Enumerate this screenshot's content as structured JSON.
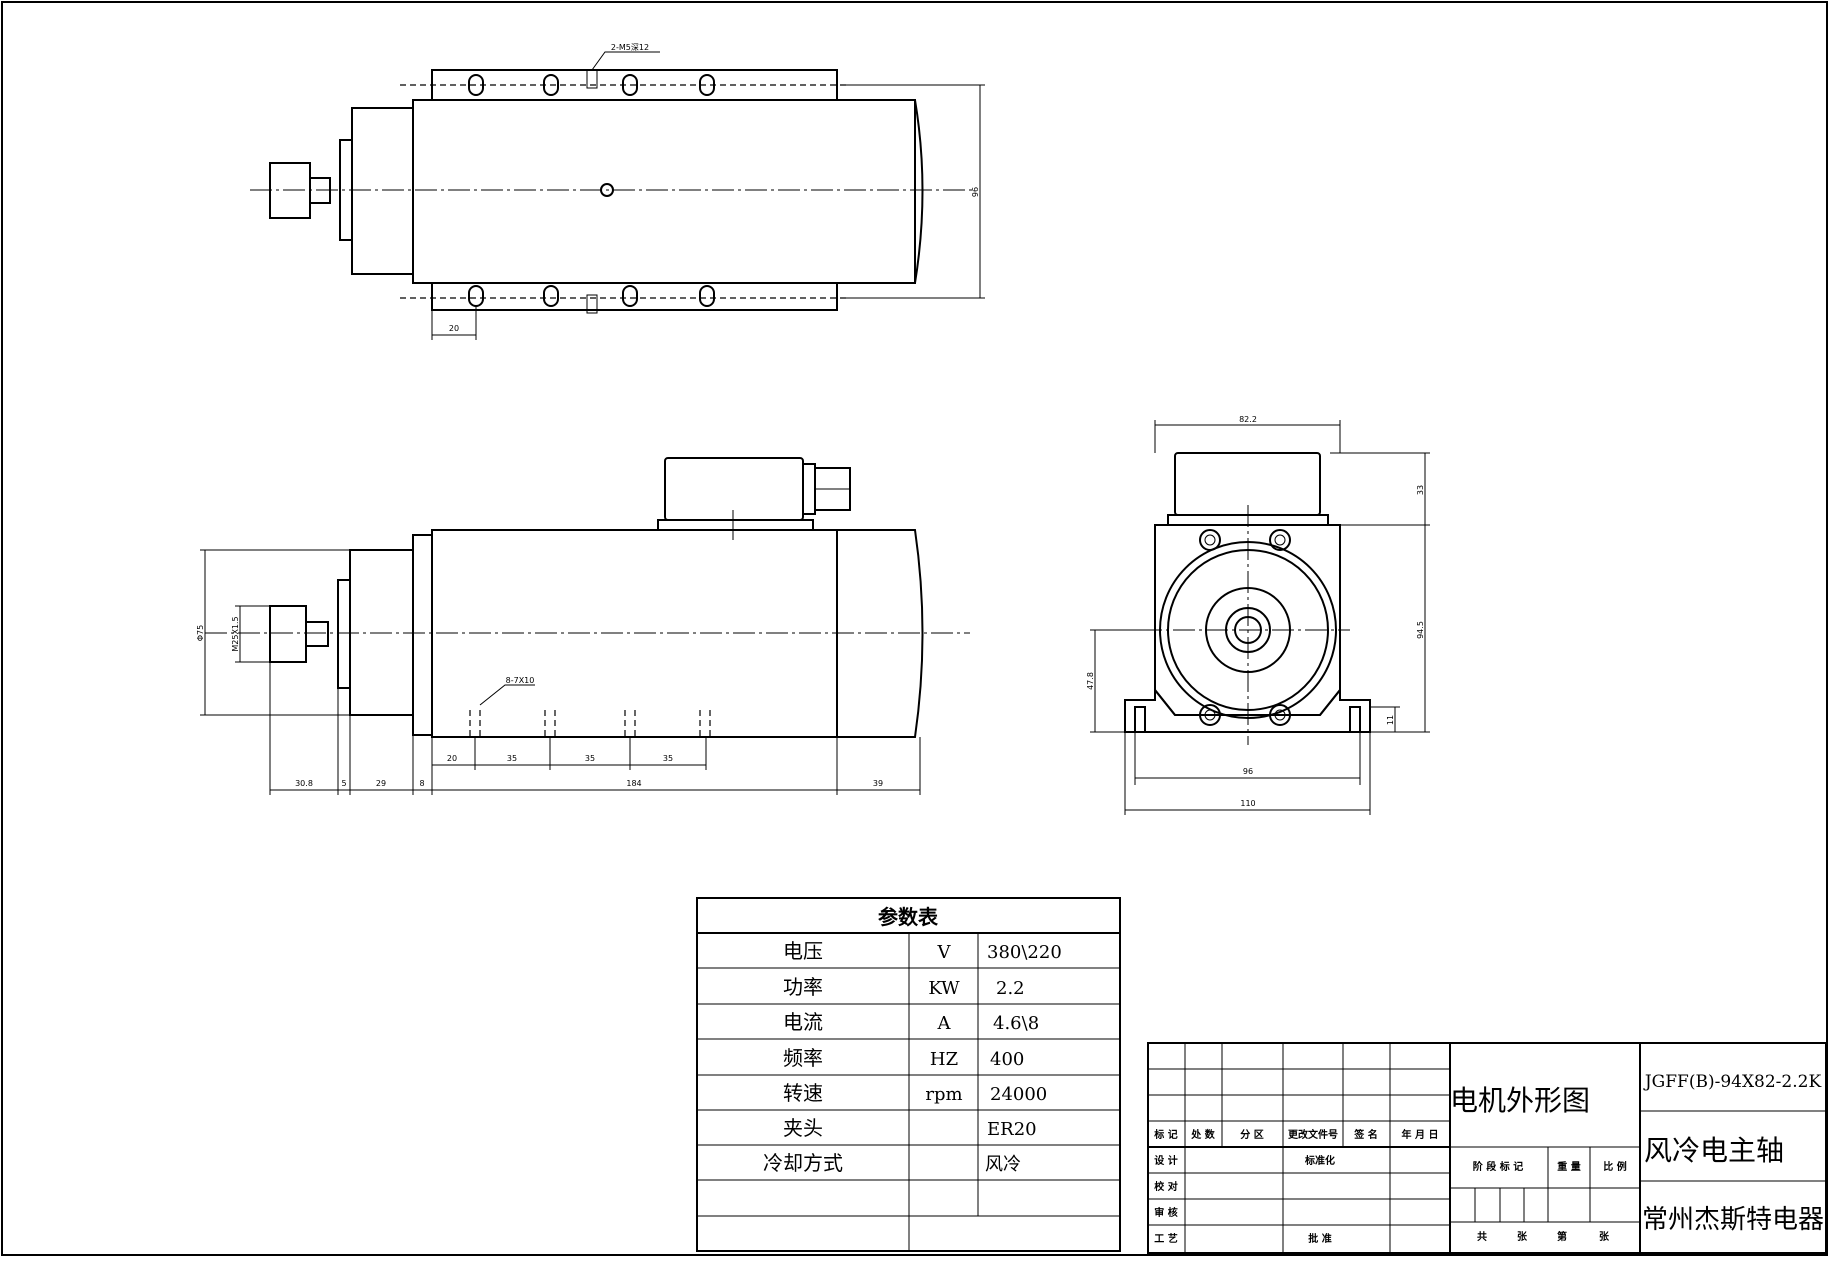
{
  "dimensions": {
    "top_thread": "2-M5深12",
    "top_height": "96",
    "top_offset": "20",
    "side_diameter": "Φ75",
    "side_thread": "M25X1.5",
    "side_slots": "8-7X10",
    "side_bottom": [
      "30.8",
      "5",
      "29",
      "8",
      "184",
      "39"
    ],
    "side_slot_spacing": [
      "20",
      "35",
      "35",
      "35"
    ],
    "front_width": "82.2",
    "front_box": "33",
    "front_height": "94.5",
    "front_center": "47.8",
    "front_foot": "11",
    "front_base": "96",
    "front_total": "110"
  },
  "param_table": {
    "title": "参数表",
    "rows": [
      {
        "name": "电压",
        "unit": "V",
        "value": "380\\220"
      },
      {
        "name": "功率",
        "unit": "KW",
        "value": "2.2"
      },
      {
        "name": "电流",
        "unit": "A",
        "value": "4.6\\8"
      },
      {
        "name": "频率",
        "unit": "HZ",
        "value": "400"
      },
      {
        "name": "转速",
        "unit": "rpm",
        "value": "24000"
      },
      {
        "name": "夹头",
        "unit": "",
        "value": "ER20"
      },
      {
        "name": "冷却方式",
        "unit": "",
        "value": "风冷"
      },
      {
        "name": "",
        "unit": "",
        "value": ""
      },
      {
        "name": "",
        "unit": "",
        "value": ""
      }
    ]
  },
  "title_block": {
    "headers": [
      "标 记",
      "处 数",
      "分  区",
      "更改文件号",
      "签 名",
      "年 月 日"
    ],
    "row_design": "设 计",
    "row_standard": "标准化",
    "row_check": "校 对",
    "row_review": "审 核",
    "row_process": "工 艺",
    "row_approve": "批 准",
    "stage_mark": "阶 段 标 记",
    "weight": "重 量",
    "scale": "比 例",
    "sheets": [
      "共",
      "张",
      "第",
      "张"
    ],
    "drawing_name": "电机外形图",
    "model_code": "JGFF(B)-94X82-2.2K",
    "product_name": "风冷电主轴",
    "company": "常州杰斯特电器"
  }
}
